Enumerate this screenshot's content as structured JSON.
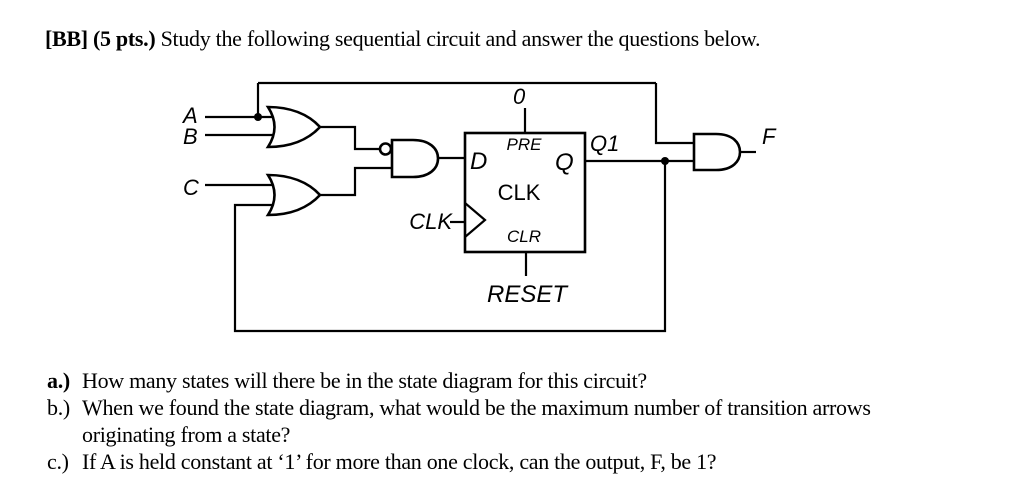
{
  "title": {
    "bold": "[BB] (5 pts.)",
    "rest": " Study the following sequential circuit and answer the questions below."
  },
  "circuit": {
    "input_a": "A",
    "input_b": "B",
    "input_c": "C",
    "preset_constant": "0",
    "flipflop": {
      "pre": "PRE",
      "d": "D",
      "q": "Q",
      "clk": "CLK",
      "clr": "CLR"
    },
    "clk_input": "CLK",
    "q_output": "Q1",
    "reset": "RESET",
    "output": "F"
  },
  "questions": [
    {
      "label": "a.)",
      "lines": [
        "How many states will there be in the state diagram for this circuit?"
      ]
    },
    {
      "label": "b.)",
      "lines": [
        "When we found the state diagram, what would be the maximum number of transition arrows",
        "originating from a state?"
      ]
    },
    {
      "label": "c.)",
      "lines": [
        "If A is held constant at ‘1’ for more than one clock, can the output, F, be 1?"
      ]
    }
  ],
  "colors": {
    "ink": "#000000",
    "background": "#ffffff"
  }
}
